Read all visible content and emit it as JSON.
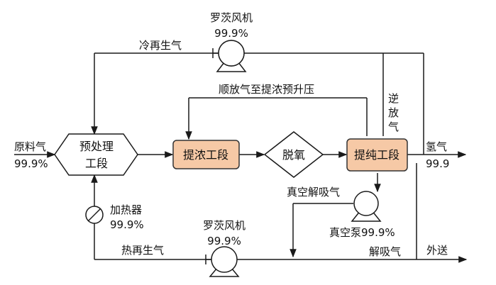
{
  "colors": {
    "line": "#1a1a1a",
    "process_fill": "#f6c9a6",
    "process_stroke": "#333333"
  },
  "nodes": {
    "pretreat_l1": "预处理",
    "pretreat_l2": "工段",
    "enrich": "提浓工段",
    "deoxy": "脱氧",
    "purify": "提纯工段"
  },
  "labels": {
    "feed": "原料气",
    "feed_purity": "99.9%",
    "hydrogen": "氢气",
    "hydrogen_purity": "99.9",
    "blower_top": "罗茨风机",
    "blower_top_purity": "99.9%",
    "cold_regen": "冷再生气",
    "cocurrent": "顺放气至提浓预升压",
    "reverse_1": "逆",
    "reverse_2": "放",
    "reverse_3": "气",
    "vac_desorb": "真空解吸气",
    "vac_pump": "真空泵99.9%",
    "heater": "加热器",
    "heater_purity": "99.9%",
    "blower_bottom": "罗茨风机",
    "blower_bottom_purity": "99.9%",
    "hot_regen": "热再生气",
    "desorb": "解吸气",
    "export": "外送"
  },
  "icons": {
    "blower": "roots-blower-icon",
    "vacuum_pump": "vacuum-pump-icon",
    "heater": "heater-icon"
  }
}
